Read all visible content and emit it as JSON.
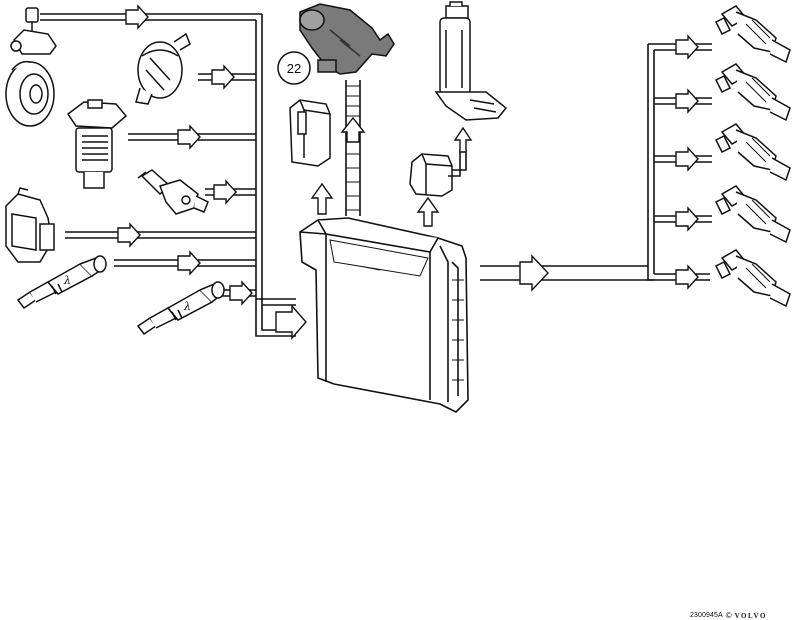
{
  "diagram": {
    "callout": "22",
    "sensor_lambda_symbols": [
      "λ",
      "λ"
    ],
    "footer": {
      "code": "2300945A",
      "copyright_symbol": "©",
      "brand": "VOLVO"
    }
  },
  "colors": {
    "line": "#111111",
    "fill": "#ffffff",
    "valve_shading": "#6e6e6e"
  }
}
